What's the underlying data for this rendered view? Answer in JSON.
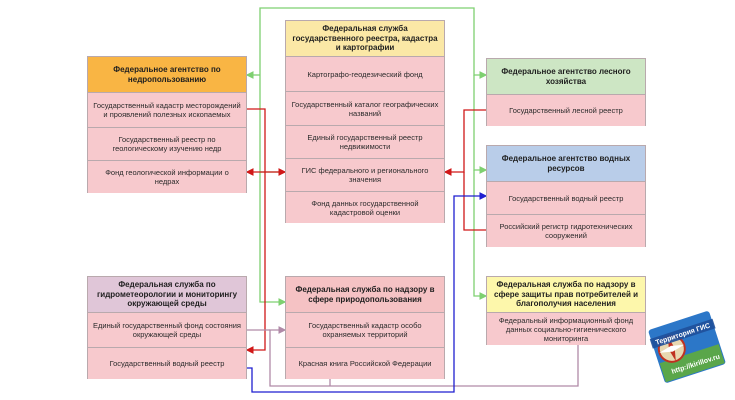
{
  "boxes": {
    "rosreestr": {
      "title": "Федеральная служба государственного реестра, кадастра и картографии",
      "rows": [
        "Картографо-геодезический фонд",
        "Государственный каталог географических названий",
        "Единый государственный реестр недвижимости",
        "ГИС федерального и регионального значения",
        "Фонд данных государственной кадастровой оценки"
      ]
    },
    "nedra": {
      "title": "Федеральное агентство по недропользованию",
      "rows": [
        "Государственный кадастр месторождений и проявлений полезных ископаемых",
        "Государственный реестр по геологическому изучению недр",
        "Фонд геологической информации о недрах"
      ]
    },
    "les": {
      "title": "Федеральное агентство лесного хозяйства",
      "rows": [
        "Государственный лесной реестр"
      ]
    },
    "voda": {
      "title": "Федеральное агентство водных ресурсов",
      "rows": [
        "Государственный водный реестр",
        "Российский регистр гидротехнических сооружений"
      ]
    },
    "gidromet": {
      "title": "Федеральная служба по гидрометеорологии и мониторингу окружающей среды",
      "rows": [
        "Единый государственный фонд состояния окружающей среды",
        "Государственный водный реестр"
      ]
    },
    "priroda": {
      "title": "Федеральная служба по надзору в сфере природопользования",
      "rows": [
        "Государственный кадастр особо охраняемых территорий",
        "Красная книга Российской Федерации"
      ]
    },
    "potreb": {
      "title": "Федеральная служба по надзору в сфере защиты прав потребителей и благополучия населения",
      "rows": [
        "Федеральный информационный фонд данных социально-гигиенического мониторинга"
      ]
    }
  },
  "logo": {
    "text": "Территория ГИС",
    "url_text": "http://kirillov.ru"
  },
  "colors": {
    "red_arrow": "#d01818",
    "green_arrow": "#7ed070",
    "purple_arrow": "#b08aa8",
    "blue_arrow": "#1f1fd0",
    "row_fill": "#f7c9cd",
    "border": "#b9a9ad"
  }
}
